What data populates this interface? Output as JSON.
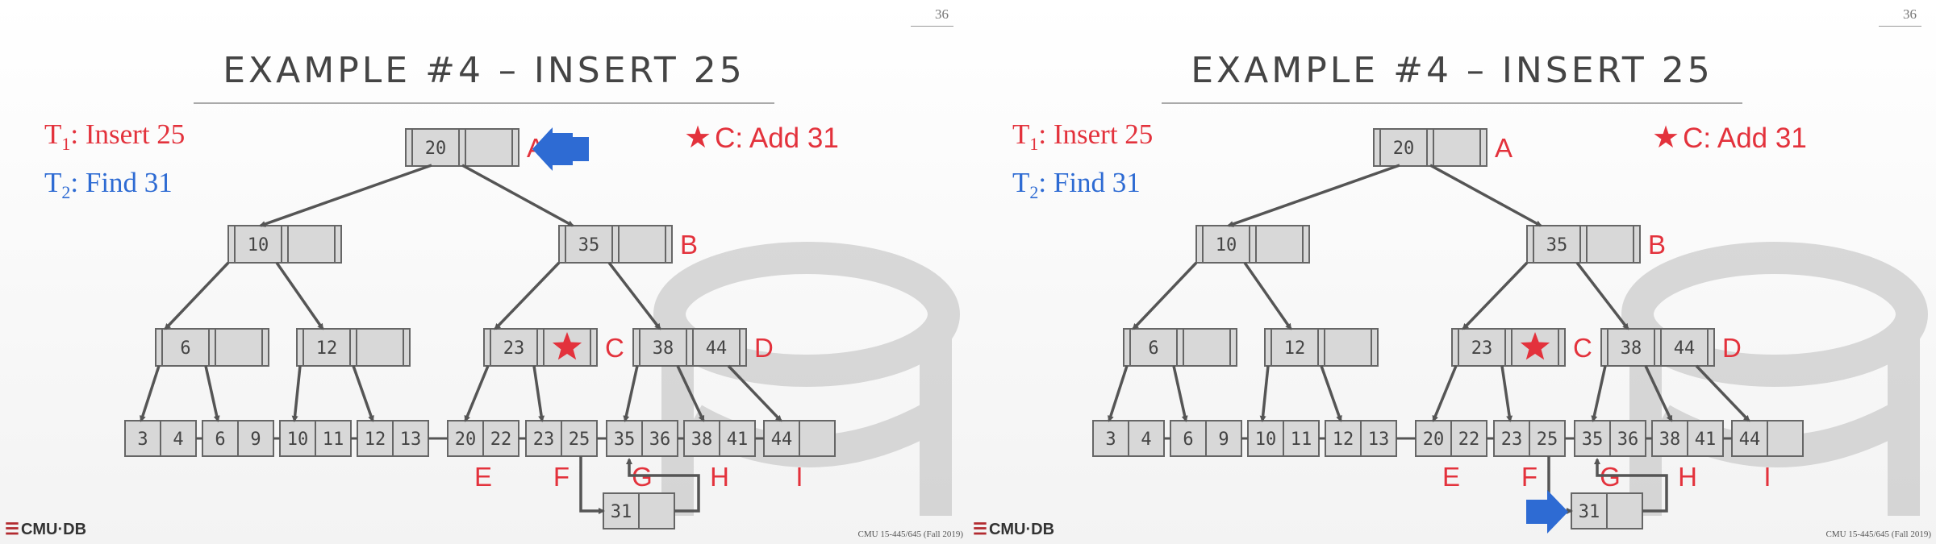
{
  "slides": [
    {
      "page_number": "36",
      "title": "EXAMPLE #4 – INSERT 25",
      "t1_label": "T",
      "t1_sub": "1",
      "t1_text": ": Insert 25",
      "t2_label": "T",
      "t2_sub": "2",
      "t2_text": ": Find 31",
      "legend_text": "C: Add 31",
      "footer_logo": "CMU·DB",
      "footer_course": "CMU 15-445/645 (Fall 2019)",
      "cursor_position": "root"
    },
    {
      "page_number": "36",
      "title": "EXAMPLE #4 – INSERT 25",
      "t1_label": "T",
      "t1_sub": "1",
      "t1_text": ": Insert 25",
      "t2_label": "T",
      "t2_sub": "2",
      "t2_text": ": Find 31",
      "legend_text": "C: Add 31",
      "footer_logo": "CMU·DB",
      "footer_course": "CMU 15-445/645 (Fall 2019)",
      "cursor_position": "overflow-leaf"
    }
  ],
  "tree": {
    "root": {
      "keys": [
        "20",
        ""
      ],
      "label": "A"
    },
    "inner_left": {
      "keys": [
        "10",
        ""
      ],
      "label": ""
    },
    "inner_right": {
      "keys": [
        "35",
        ""
      ],
      "label": "B"
    },
    "level2": [
      {
        "keys": [
          "6",
          ""
        ],
        "label": ""
      },
      {
        "keys": [
          "12",
          ""
        ],
        "label": ""
      },
      {
        "keys": [
          "23",
          "★"
        ],
        "label": "C"
      },
      {
        "keys": [
          "38",
          "44"
        ],
        "label": "D"
      }
    ],
    "leaves": [
      {
        "keys": [
          "3",
          "4"
        ],
        "label": ""
      },
      {
        "keys": [
          "6",
          "9"
        ],
        "label": ""
      },
      {
        "keys": [
          "10",
          "11"
        ],
        "label": ""
      },
      {
        "keys": [
          "12",
          "13"
        ],
        "label": ""
      },
      {
        "keys": [
          "20",
          "22"
        ],
        "label": "E"
      },
      {
        "keys": [
          "23",
          "25"
        ],
        "label": "F"
      },
      {
        "keys": [
          "35",
          "36"
        ],
        "label": "G"
      },
      {
        "keys": [
          "38",
          "41"
        ],
        "label": "H"
      },
      {
        "keys": [
          "44",
          ""
        ],
        "label": "I"
      }
    ],
    "overflow_leaf": {
      "keys": [
        "31",
        ""
      ]
    }
  },
  "colors": {
    "red": "#e3323c",
    "blue": "#2e6bd3",
    "node_fill": "#d8d8d8",
    "node_stroke": "#666666"
  }
}
